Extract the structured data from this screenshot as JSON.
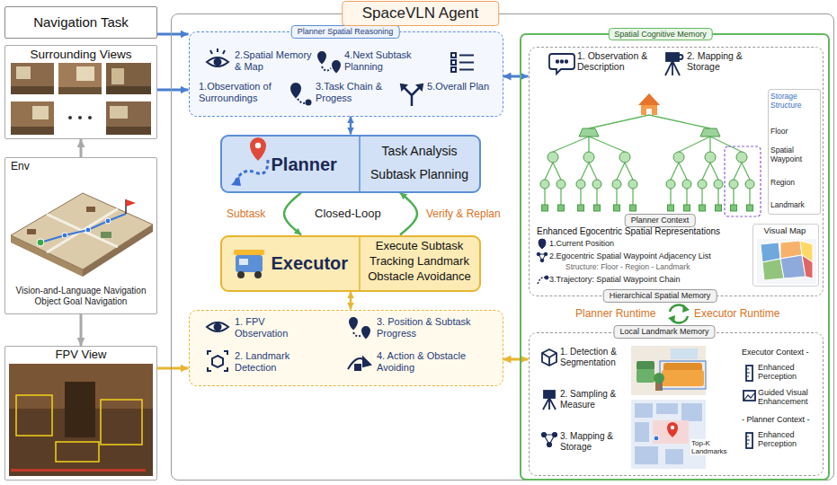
{
  "diagram": {
    "nodes": [
      {
        "text": [
          "Navigation Task"
        ]
      },
      {
        "text": [
          "Surrounding Views"
        ]
      },
      {
        "text": [
          "Env",
          "Vision-and-Language Navigation Object Goal Navigation"
        ]
      },
      {
        "text": [
          "FPV View"
        ]
      },
      {
        "text": [
          "SpaceVLN Agent"
        ]
      },
      {
        "text": [
          "Planner Spatial Reasoning",
          "1.Observation of Surroundings",
          "2.Spatial Memory & Map",
          "3.Task Chain & Progess",
          "4.Next Subtask Planning",
          "5.Overall Plan"
        ],
        "in": 4
      },
      {
        "text": [
          "Planner",
          "Task Analysis",
          "Subtask Planning"
        ],
        "in": 4
      },
      {
        "text": [
          "Executor",
          "Execute Subtask",
          "Tracking Landmark",
          "Obstacle Avoidance"
        ],
        "in": 4
      },
      {
        "text": [
          "1. FPV Observation",
          "2. Landmark Detection",
          "3. Position & Subtask Progress",
          "4. Action & Obstacle Avoiding"
        ],
        "in": 4
      },
      {
        "text": [
          "Spatial Cognitive Memory"
        ],
        "in": 4
      },
      {
        "text": [
          "Hierarchical Spatial Memory",
          "1. Observation & Description",
          "2. Mapping & Storage",
          "Planner Context",
          "Enhanced Egocentric Spatial Representations",
          "1.Current Position",
          "2.Egocentric Spatial Waypoint Adjacency List",
          "Structure: Floor - Region - Landmark",
          "3.Trajectory: Spatial Waypoint Chain"
        ],
        "in": 9
      },
      {
        "text": [
          "Storage Structure",
          "Floor",
          "Spatial Waypoint",
          "Region",
          "Landmark"
        ],
        "in": 10
      },
      {
        "text": [
          "Visual Map"
        ],
        "in": 10
      },
      {
        "text": [
          "Local Landmark Memory",
          "1. Detection & Segmentation",
          "2. Sampling & Measure",
          "3. Mapping & Storage",
          "Executor Context -",
          "Enhanced Perception",
          "Guided Visual Enhancement",
          "- Planner Context -",
          "Enhanced Perception"
        ],
        "in": 9
      }
    ],
    "edges": [
      {
        "from": 0,
        "to": 5,
        "arrow": "to"
      },
      {
        "from": 1,
        "to": 5,
        "arrow": "to"
      },
      {
        "from": 2,
        "to": 1,
        "arrow": "to"
      },
      {
        "from": 2,
        "to": 3,
        "arrow": "to"
      },
      {
        "from": 3,
        "to": 8,
        "arrow": "to"
      },
      {
        "from": 5,
        "to": 6,
        "arrow": "both"
      },
      {
        "from": 6,
        "to": 7,
        "label": "Subtask",
        "arrow": "to"
      },
      {
        "from": 7,
        "to": 6,
        "label": "Verify & Replan",
        "arrow": "to"
      },
      {
        "from": 7,
        "to": 8,
        "arrow": "both"
      },
      {
        "from": 5,
        "to": 10,
        "arrow": "both"
      },
      {
        "from": 8,
        "to": 13,
        "arrow": "both"
      }
    ],
    "labels": [
      "Closed-Loop",
      "Planner Runtime",
      "Executor Runtime",
      "Top-K Landmarks"
    ]
  }
}
